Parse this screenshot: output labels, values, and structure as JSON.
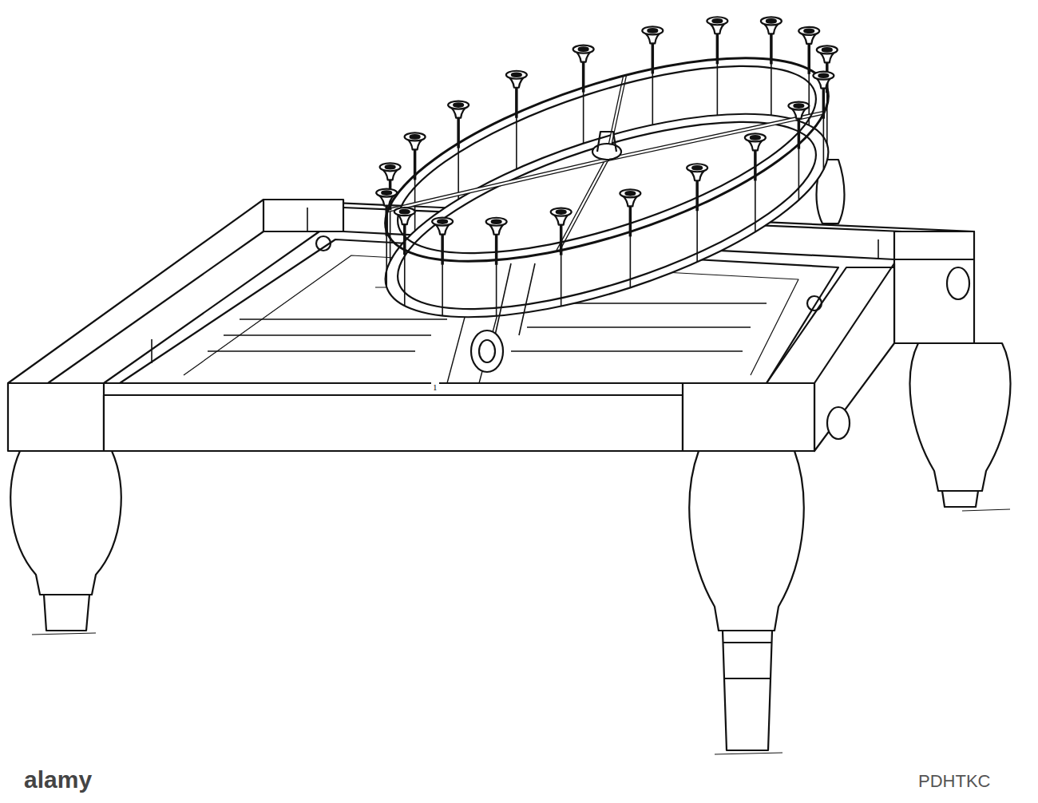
{
  "diagram": {
    "labels": [
      "1",
      "alamy",
      "PDHTKC"
    ]
  }
}
